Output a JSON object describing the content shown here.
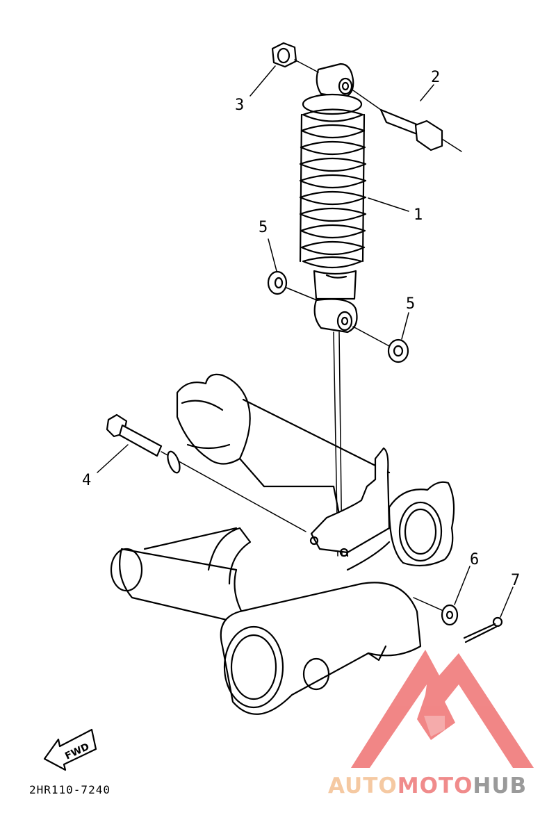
{
  "diagram": {
    "code": "2HR110-7240",
    "fwd_label": "FWD",
    "callouts": [
      "1",
      "2",
      "3",
      "4",
      "5",
      "5",
      "6",
      "7"
    ]
  },
  "watermark": {
    "part1": "AUTO",
    "part2": "MOTO",
    "part3": "HUB",
    "colors": {
      "auto": "#f5c9a2",
      "moto": "#f08b8b",
      "hub": "#9a9a9a",
      "mark": "#f07a7a"
    }
  },
  "icons": [
    "fwd-arrow-icon",
    "automotohub-logo-icon"
  ]
}
